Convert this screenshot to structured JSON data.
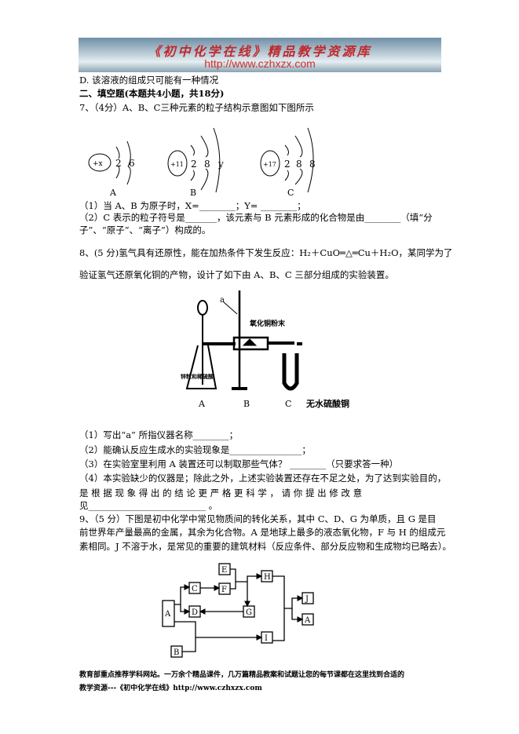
{
  "banner": {
    "title": "《初中化学在线》精品教学资源库",
    "url": "http://www.czhxzx.com"
  },
  "lines": {
    "d": "D. 该溶液的组成只可能有一种情况",
    "section": "二、填空题(本题共4小题，共18分)",
    "q7": "7、（4分）A、B、C三种元素的粒子结构示意图如下图所示",
    "q7_1": "（1）当 A、B 为原子时，X=________；Y= ________；",
    "q7_2": "（2）C 表示的粒子符号是_______，该元素与 B 元素形成的化合物是由________（填“分",
    "q7_2b": "子”、“原子”、“离子”）构成的。",
    "q8": "8、(5 分)氢气具有还原性，能在加热条件下发生反应：H₂＋CuO═△═Cu＋H₂O，某同学为了",
    "q8b": "验证氢气还原氧化铜的产物，设计了如下由 A、B、C 三部分组成的实验装置。",
    "q8_1": "（1）写出“a” 所指仪器名称________；",
    "q8_2": "（2）能确认反应生成水的实验现象是________________；",
    "q8_3": "（3）在实验室里利用 A 装置还可以制取那些气体？ ________（只要求答一种）",
    "q8_4": "（4）本实验缺少的仪器是；除此之外，上述实验装置还存在不足之处，为了达到实验目的，",
    "q8_4b": "是 根 据 现 象 得 出 的 结 论 更 严 格 更 科 学 ， 请 你 提 出 修 改 意",
    "q8_4c": "见__________________________ 。",
    "q9": "9、（5 分）下图是初中化学中常见物质间的转化关系，其中 C、D、G 为单质，且 G 是目",
    "q9b": "前世界年产量最高的金属，其余为化合物。A 是地球上最多的液态氧化物，F 与 H 的组成元",
    "q9c": "素相同。J 不溶于水，是常见的重要的建筑材料（反应条件、部分反应物和生成物均已略去）。"
  },
  "atoms": {
    "A": {
      "label": "A",
      "nucleus": "+x",
      "shells": [
        "2",
        "6"
      ]
    },
    "B": {
      "label": "B",
      "nucleus": "+11",
      "shells": [
        "2",
        "8",
        "y"
      ]
    },
    "C": {
      "label": "C",
      "nucleus": "+17",
      "shells": [
        "2",
        "8",
        "8"
      ]
    }
  },
  "apparatus": {
    "a": "a",
    "cuo": "氧化铜粉末",
    "zn": "锌粒和稀硫酸",
    "A": "A",
    "B": "B",
    "C": "C",
    "cuso4": "无水硫酸铜"
  },
  "flow": {
    "A": "A",
    "B": "B",
    "C": "C",
    "D": "D",
    "E": "E",
    "F": "F",
    "G": "G",
    "H": "H",
    "I": "I",
    "J": "J",
    "A2": "A"
  },
  "footer": {
    "l1": "教育部重点推荐学科网站。一万余个精品课件，几万篇精品教案和试题让您的每节课都在这里找到合适的",
    "l2": "教学资源---《初中化学在线》http://www.czhxzx.com"
  }
}
